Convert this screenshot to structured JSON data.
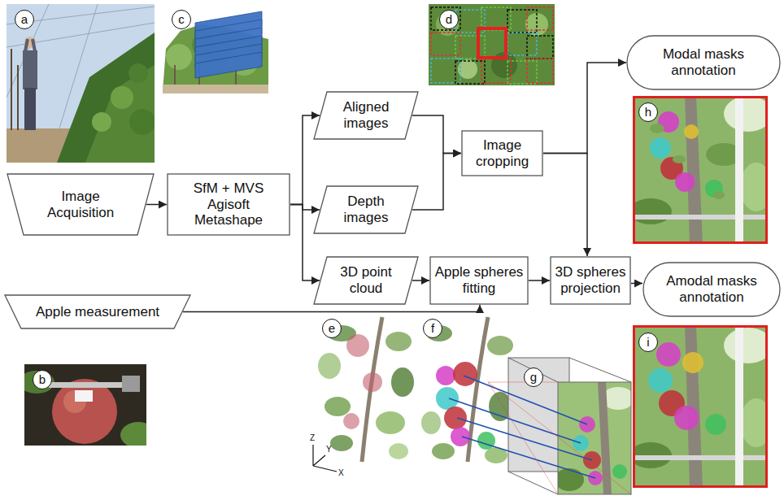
{
  "diagram": {
    "nodes": [
      {
        "text": [
          "Image Acquisition"
        ]
      },
      {
        "text": [
          "SfM + MVS Agisoft Metashape"
        ]
      },
      {
        "text": [
          "Aligned images"
        ]
      },
      {
        "text": [
          "Depth images"
        ]
      },
      {
        "text": [
          "Image cropping"
        ]
      },
      {
        "text": [
          "Modal masks annotation"
        ]
      },
      {
        "text": [
          "3D point cloud"
        ]
      },
      {
        "text": [
          "Apple spheres fitting"
        ]
      },
      {
        "text": [
          "3D spheres projection"
        ]
      },
      {
        "text": [
          "Amodal masks annotation"
        ]
      },
      {
        "text": [
          "Apple measurement"
        ]
      }
    ],
    "edges": [
      {
        "from": 0,
        "to": 1,
        "arrow": "to"
      },
      {
        "from": 1,
        "to": 2,
        "arrow": "to"
      },
      {
        "from": 1,
        "to": 3,
        "arrow": "to"
      },
      {
        "from": 1,
        "to": 6,
        "arrow": "to"
      },
      {
        "from": 2,
        "to": 4,
        "arrow": "to"
      },
      {
        "from": 3,
        "to": 4,
        "arrow": "to"
      },
      {
        "from": 4,
        "to": 5,
        "arrow": "to"
      },
      {
        "from": 4,
        "to": 8,
        "arrow": "to"
      },
      {
        "from": 6,
        "to": 7,
        "arrow": "to"
      },
      {
        "from": 7,
        "to": 8,
        "arrow": "to"
      },
      {
        "from": 8,
        "to": 9,
        "arrow": "to"
      },
      {
        "from": 10,
        "to": 7,
        "arrow": "to"
      }
    ],
    "labels": [
      "a",
      "b",
      "c",
      "d",
      "e",
      "f",
      "g",
      "h",
      "i",
      "Z",
      "Y",
      "X"
    ]
  }
}
